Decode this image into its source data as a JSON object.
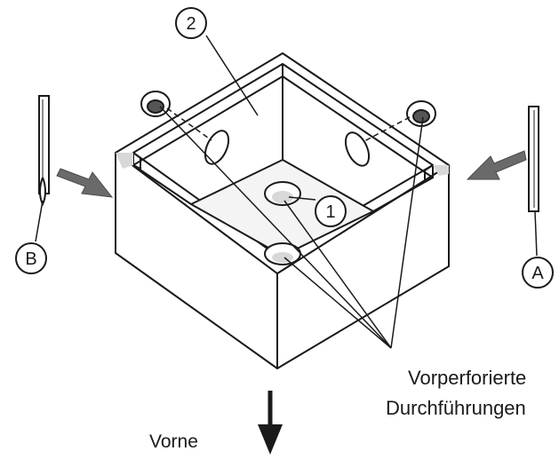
{
  "callouts": {
    "one": "1",
    "two": "2",
    "a": "A",
    "b": "B"
  },
  "labels": {
    "knockouts_line1": "Vorperforierte",
    "knockouts_line2": "Durchführungen",
    "front": "Vorne"
  },
  "colors": {
    "line": "#1a1a1a",
    "arrow_gray": "#6a6a6a",
    "shade": "#d8d8d8"
  },
  "icons": {
    "front_arrow": "arrow-down-icon",
    "insert_arrow_left": "arrow-right-icon",
    "insert_arrow_right": "arrow-left-icon"
  }
}
